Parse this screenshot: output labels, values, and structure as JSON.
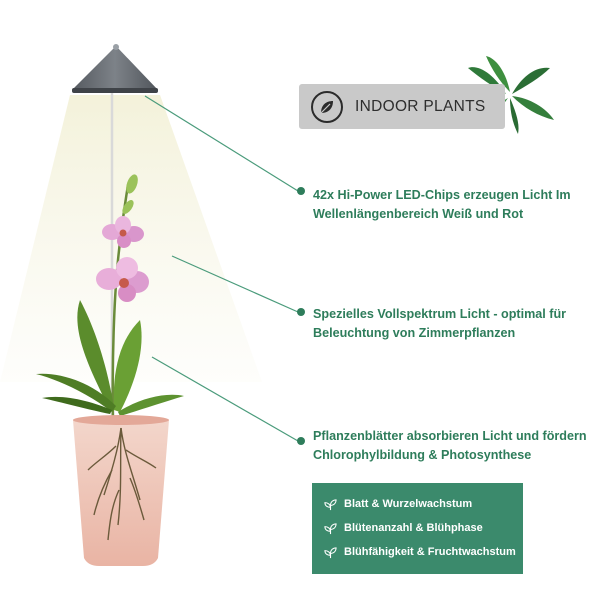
{
  "badge": {
    "label": "INDOOR PLANTS",
    "icon": "leaf-icon"
  },
  "callouts": [
    {
      "text": "42x Hi-Power LED-Chips erzeugen Licht Im Wellenlängenbereich Weiß und Rot"
    },
    {
      "text": "Spezielles Vollspektrum Licht - optimal für Beleuchtung von Zimmerpflanzen"
    },
    {
      "text": "Pflanzenblätter absorbieren Licht und fördern Chlorophylbildung & Photosynthese"
    }
  ],
  "benefits": {
    "icon": "sprout-icon",
    "items": [
      {
        "label": "Blatt & Wurzelwachstum"
      },
      {
        "label": "Blütenanzahl & Blühphase"
      },
      {
        "label": "Blühfähigkeit & Fruchtwachstum"
      }
    ]
  },
  "colors": {
    "accent_green": "#3b8a6c",
    "text_green": "#2e7d5b",
    "badge_bg": "#c9c9c9",
    "lamp": "#6e7379"
  }
}
